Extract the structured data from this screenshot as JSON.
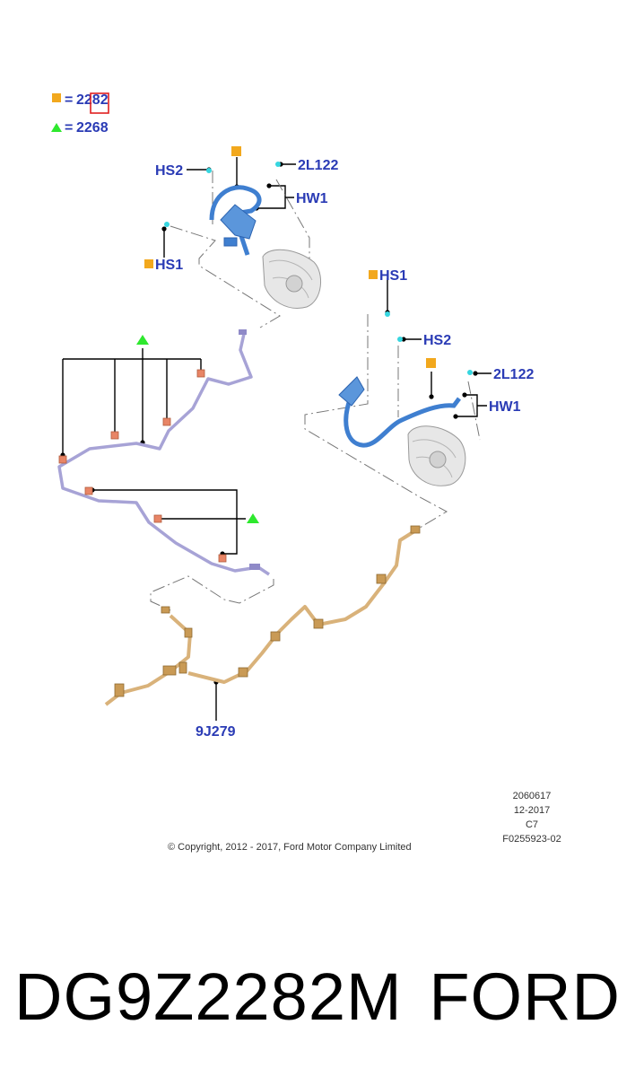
{
  "legend": {
    "square_value": "2282",
    "triangle_value": "2268",
    "equals": "="
  },
  "callouts": {
    "hs2_top": "HS2",
    "l122_top": "2L122",
    "hw1_top": "HW1",
    "hs1_top": "HS1",
    "hs1_right": "HS1",
    "hs2_right": "HS2",
    "l122_right": "2L122",
    "hw1_right": "HW1",
    "part_9j279": "9J279"
  },
  "meta": {
    "number": "2060617",
    "date": "12-2017",
    "code": "C7",
    "figure": "F0255923-02",
    "copyright": "© Copyright, 2012 - 2017, Ford Motor Company Limited"
  },
  "caption": {
    "part_number": "DG9Z2282M",
    "brand": "FORD"
  },
  "colors": {
    "label_blue": "#2a3bb5",
    "square_orange": "#f2a81d",
    "triangle_green": "#2ee82e",
    "hose_blue": "#3f7fd0",
    "line_lavender": "#a7a3d6",
    "line_tan": "#d9b27a",
    "highlight_red": "#e02020"
  },
  "icons": [
    "square-marker-icon",
    "triangle-marker-icon"
  ]
}
